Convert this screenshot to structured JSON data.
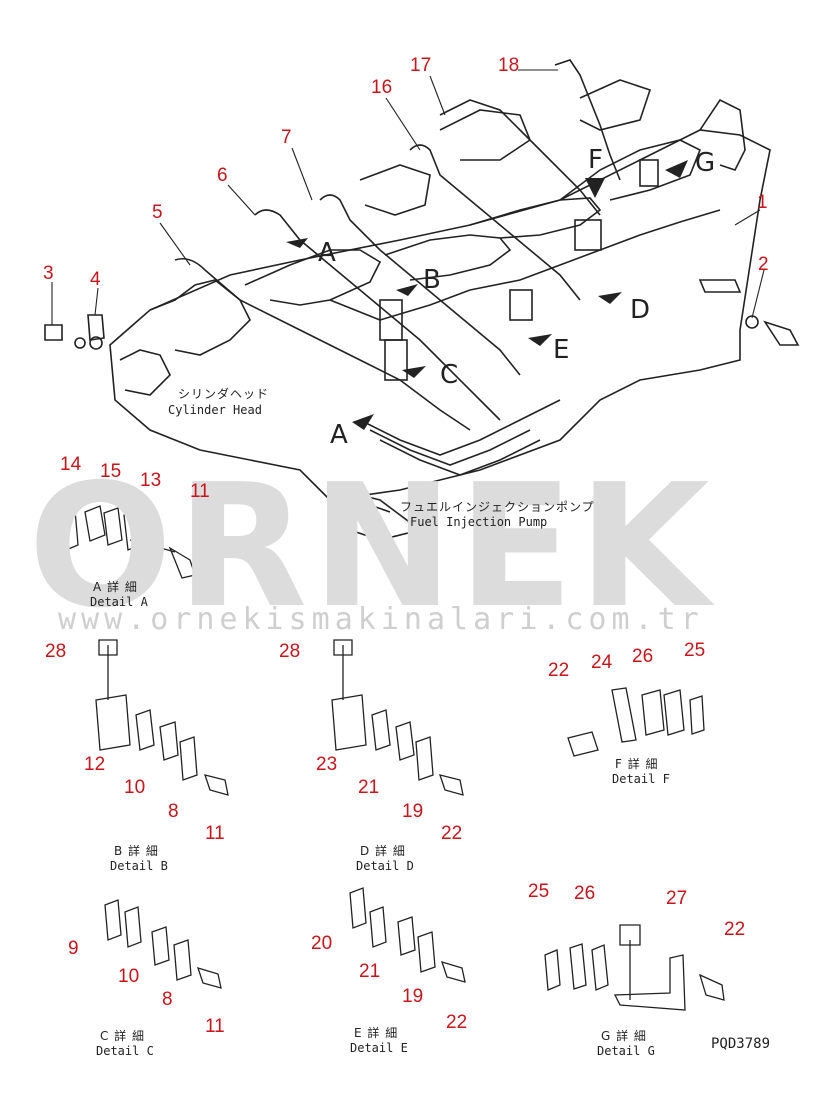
{
  "watermark": {
    "brand": "ORNEK",
    "url": "www.ornekismakinalari.com.tr"
  },
  "drawing_code": "PQD3789",
  "engine_labels": {
    "cylinder_head_jp": "シリンダヘッド",
    "cylinder_head_en": "Cylinder Head",
    "fuel_pump_jp": "フュエルインジェクションポンプ",
    "fuel_pump_en": "Fuel Injection Pump"
  },
  "view_letters": [
    "A",
    "B",
    "C",
    "D",
    "E",
    "F",
    "G",
    "A"
  ],
  "details": {
    "a": {
      "jp": "A 詳 細",
      "en": "Detail A"
    },
    "b": {
      "jp": "B 詳 細",
      "en": "Detail B"
    },
    "c": {
      "jp": "C 詳 細",
      "en": "Detail C"
    },
    "d": {
      "jp": "D 詳 細",
      "en": "Detail D"
    },
    "e": {
      "jp": "E 詳 細",
      "en": "Detail E"
    },
    "f": {
      "jp": "F 詳 細",
      "en": "Detail F"
    },
    "g": {
      "jp": "G 詳 細",
      "en": "Detail G"
    }
  },
  "callouts": [
    "1",
    "2",
    "3",
    "4",
    "5",
    "6",
    "7",
    "16",
    "17",
    "18",
    "14",
    "15",
    "13",
    "11",
    "28",
    "12",
    "10",
    "8",
    "11",
    "28",
    "23",
    "21",
    "19",
    "22",
    "22",
    "24",
    "26",
    "25",
    "9",
    "10",
    "8",
    "11",
    "20",
    "21",
    "19",
    "22",
    "25",
    "26",
    "27",
    "22"
  ],
  "colors": {
    "callout": "#c8151b",
    "line": "#222222",
    "watermark": "#dcdcdc"
  }
}
